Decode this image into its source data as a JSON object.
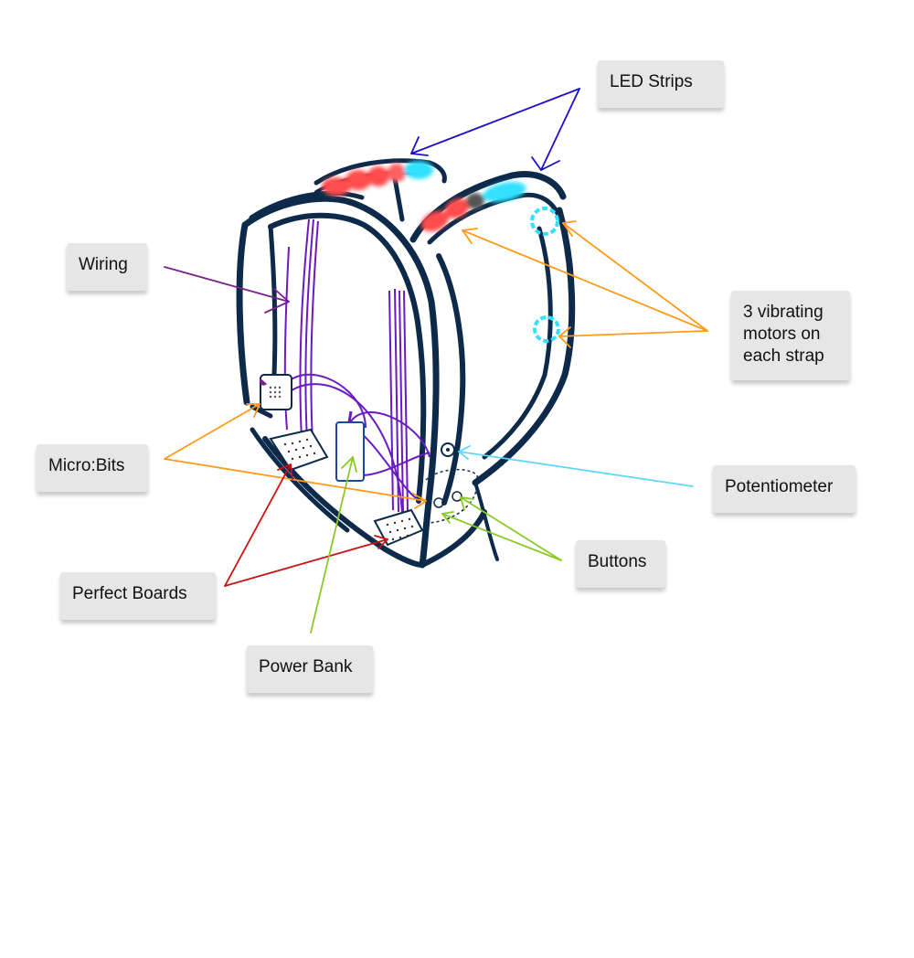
{
  "labels": {
    "led_strips": "LED Strips",
    "wiring": "Wiring",
    "vibrating_motors": "3 vibrating motors on each strap",
    "micro_bits": "Micro:Bits",
    "potentiometer": "Potentiometer",
    "buttons": "Buttons",
    "perfect_boards": "Perfect Boards",
    "power_bank": "Power Bank"
  },
  "colors": {
    "outline": "#0d2a4a",
    "led_red": "#ff4b4b",
    "led_cyan": "#33e0ff",
    "arrow_blue": "#1a10c8",
    "arrow_orange": "#ff9a1a",
    "arrow_purple": "#7a1f8c",
    "arrow_red": "#cc1111",
    "arrow_green": "#8ac926",
    "arrow_lightblue": "#5ad8f5",
    "wire_purple": "#6a1ac0",
    "label_bg": "#e6e6e6"
  }
}
